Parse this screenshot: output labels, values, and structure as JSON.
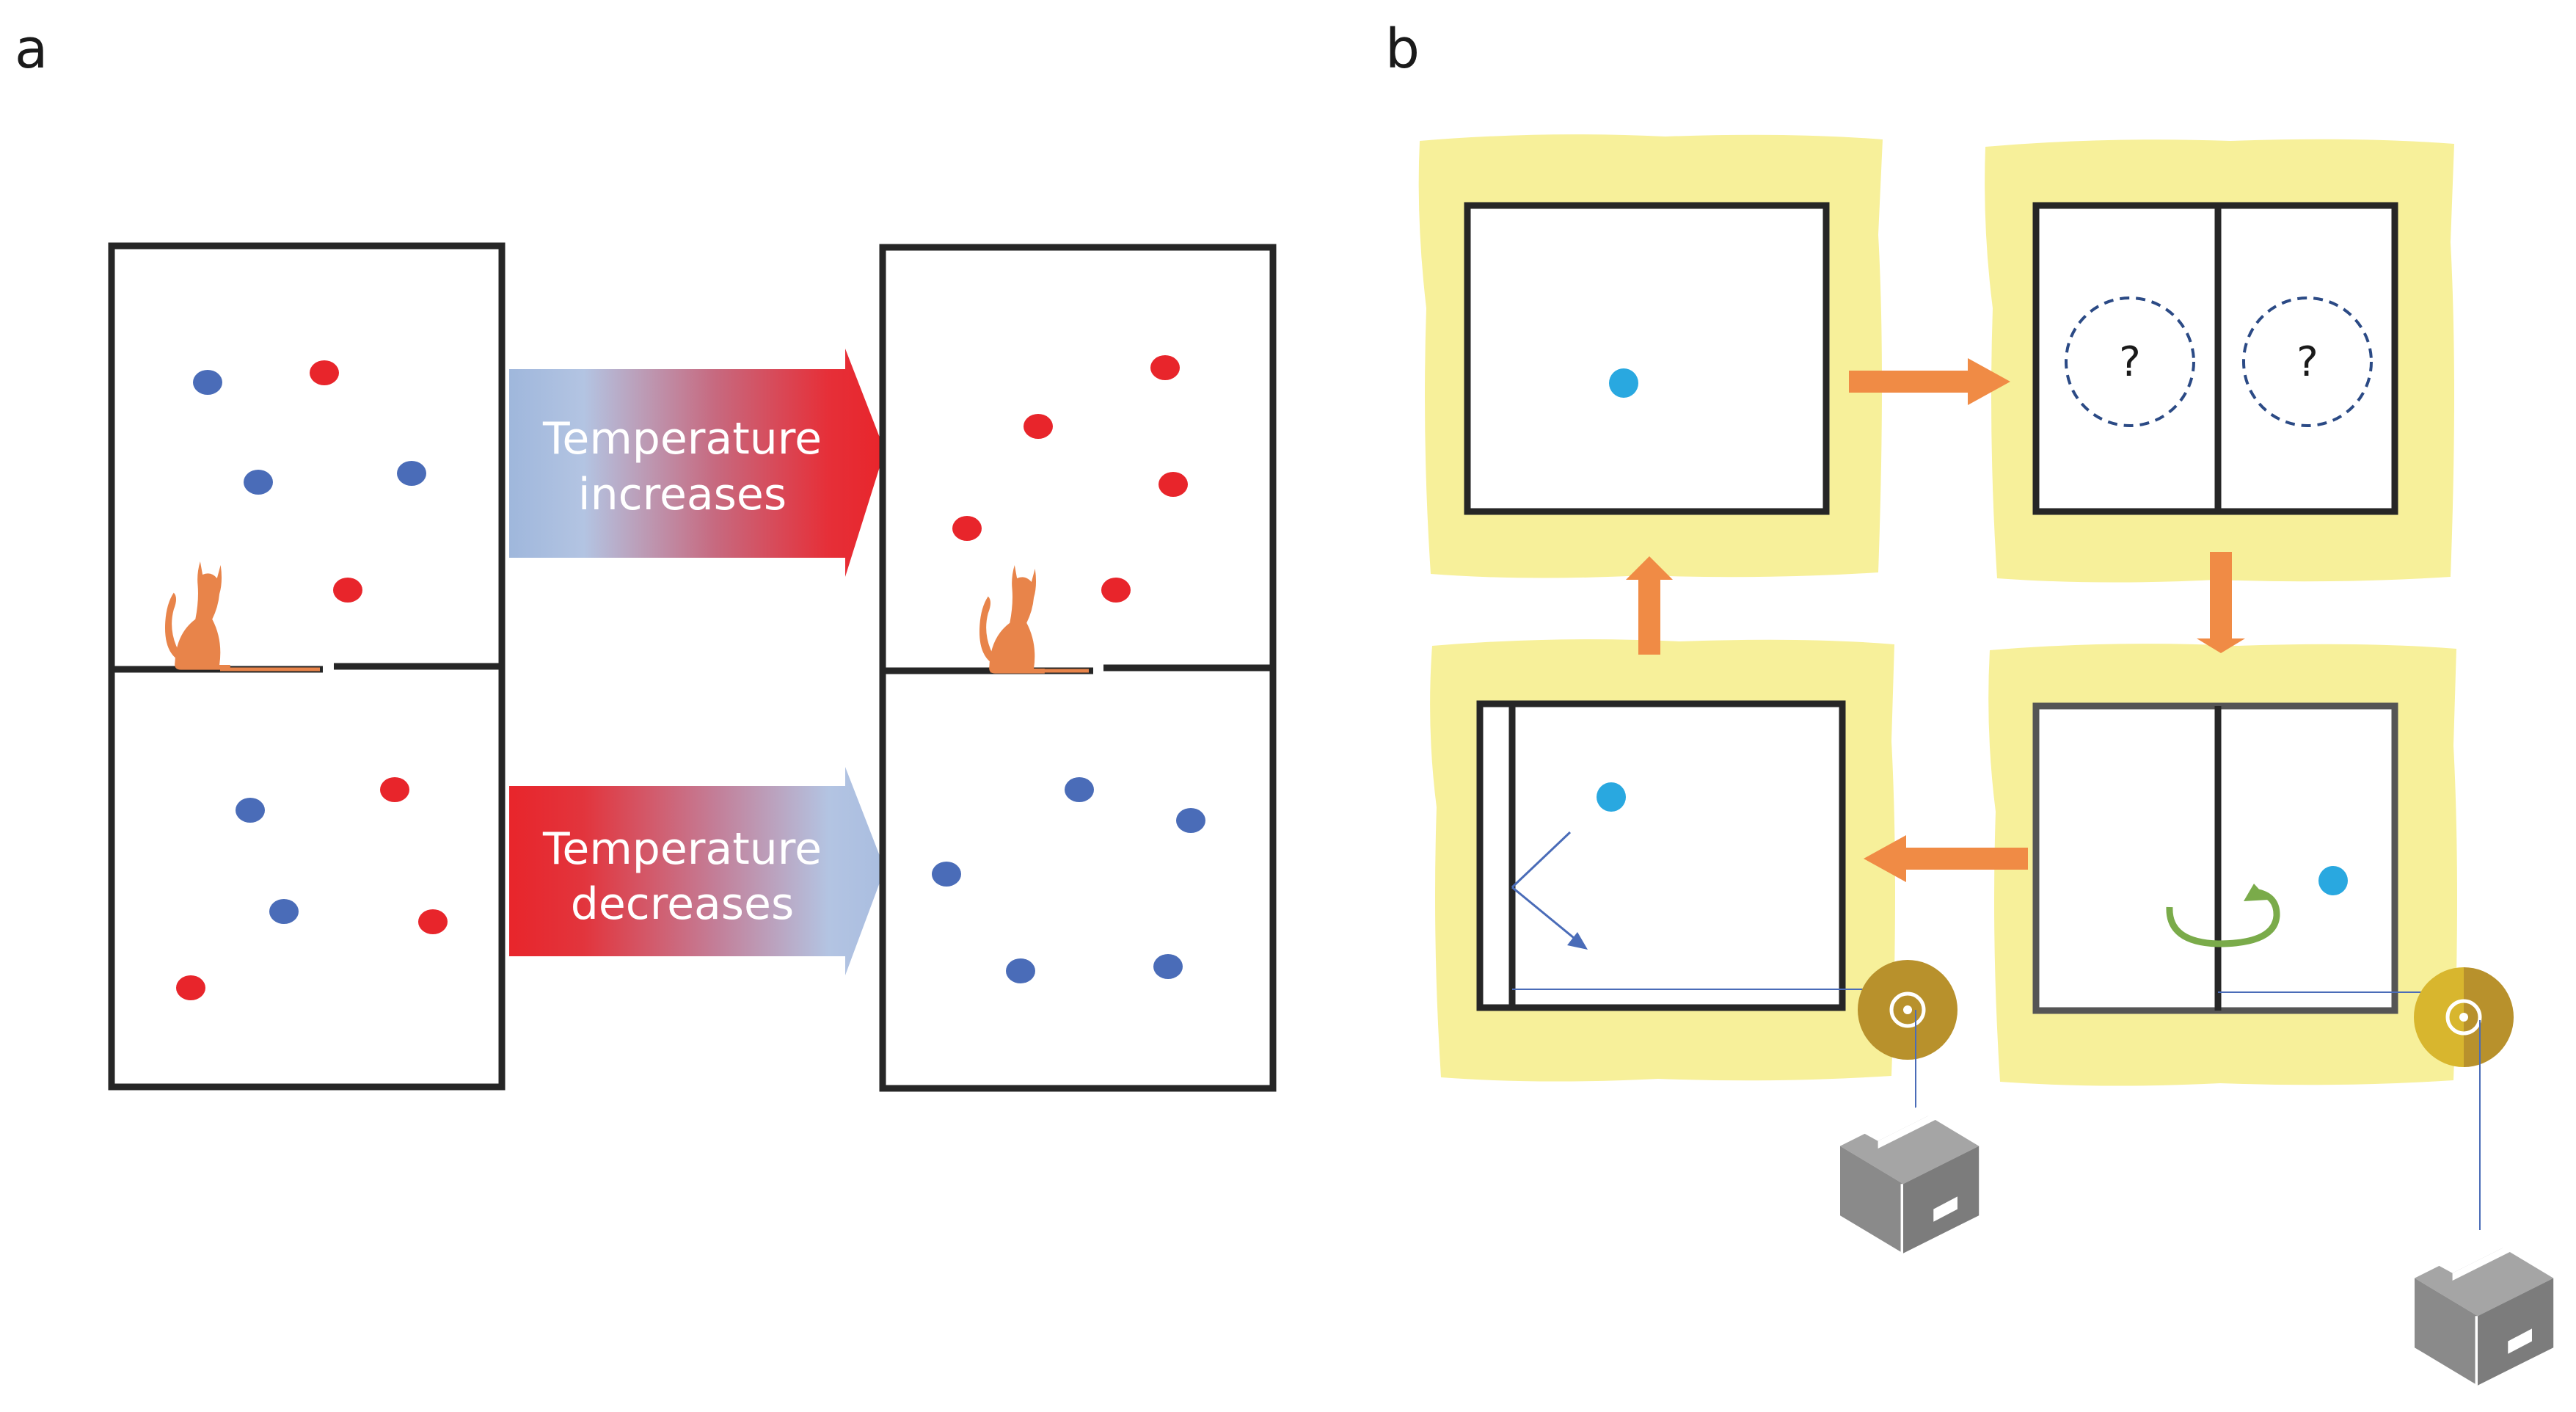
{
  "panel_a": {
    "label": "a",
    "arrow_top": {
      "line1": "Temperature",
      "line2": "increases"
    },
    "arrow_bottom": {
      "line1": "Temperature",
      "line2": "decreases"
    },
    "colors": {
      "hot": "#e8252b",
      "cold": "#4a6cb8",
      "demon": "#e8844a"
    }
  },
  "panel_b": {
    "label": "b",
    "question_mark": "?",
    "colors": {
      "highlight": "#f7f09a",
      "arrow": "#f08b45",
      "particle": "#29a8e0",
      "rotation": "#7aab4a",
      "pulley": "#b8912c",
      "pulley_bright": "#d8b62e",
      "box": "#878787"
    }
  }
}
